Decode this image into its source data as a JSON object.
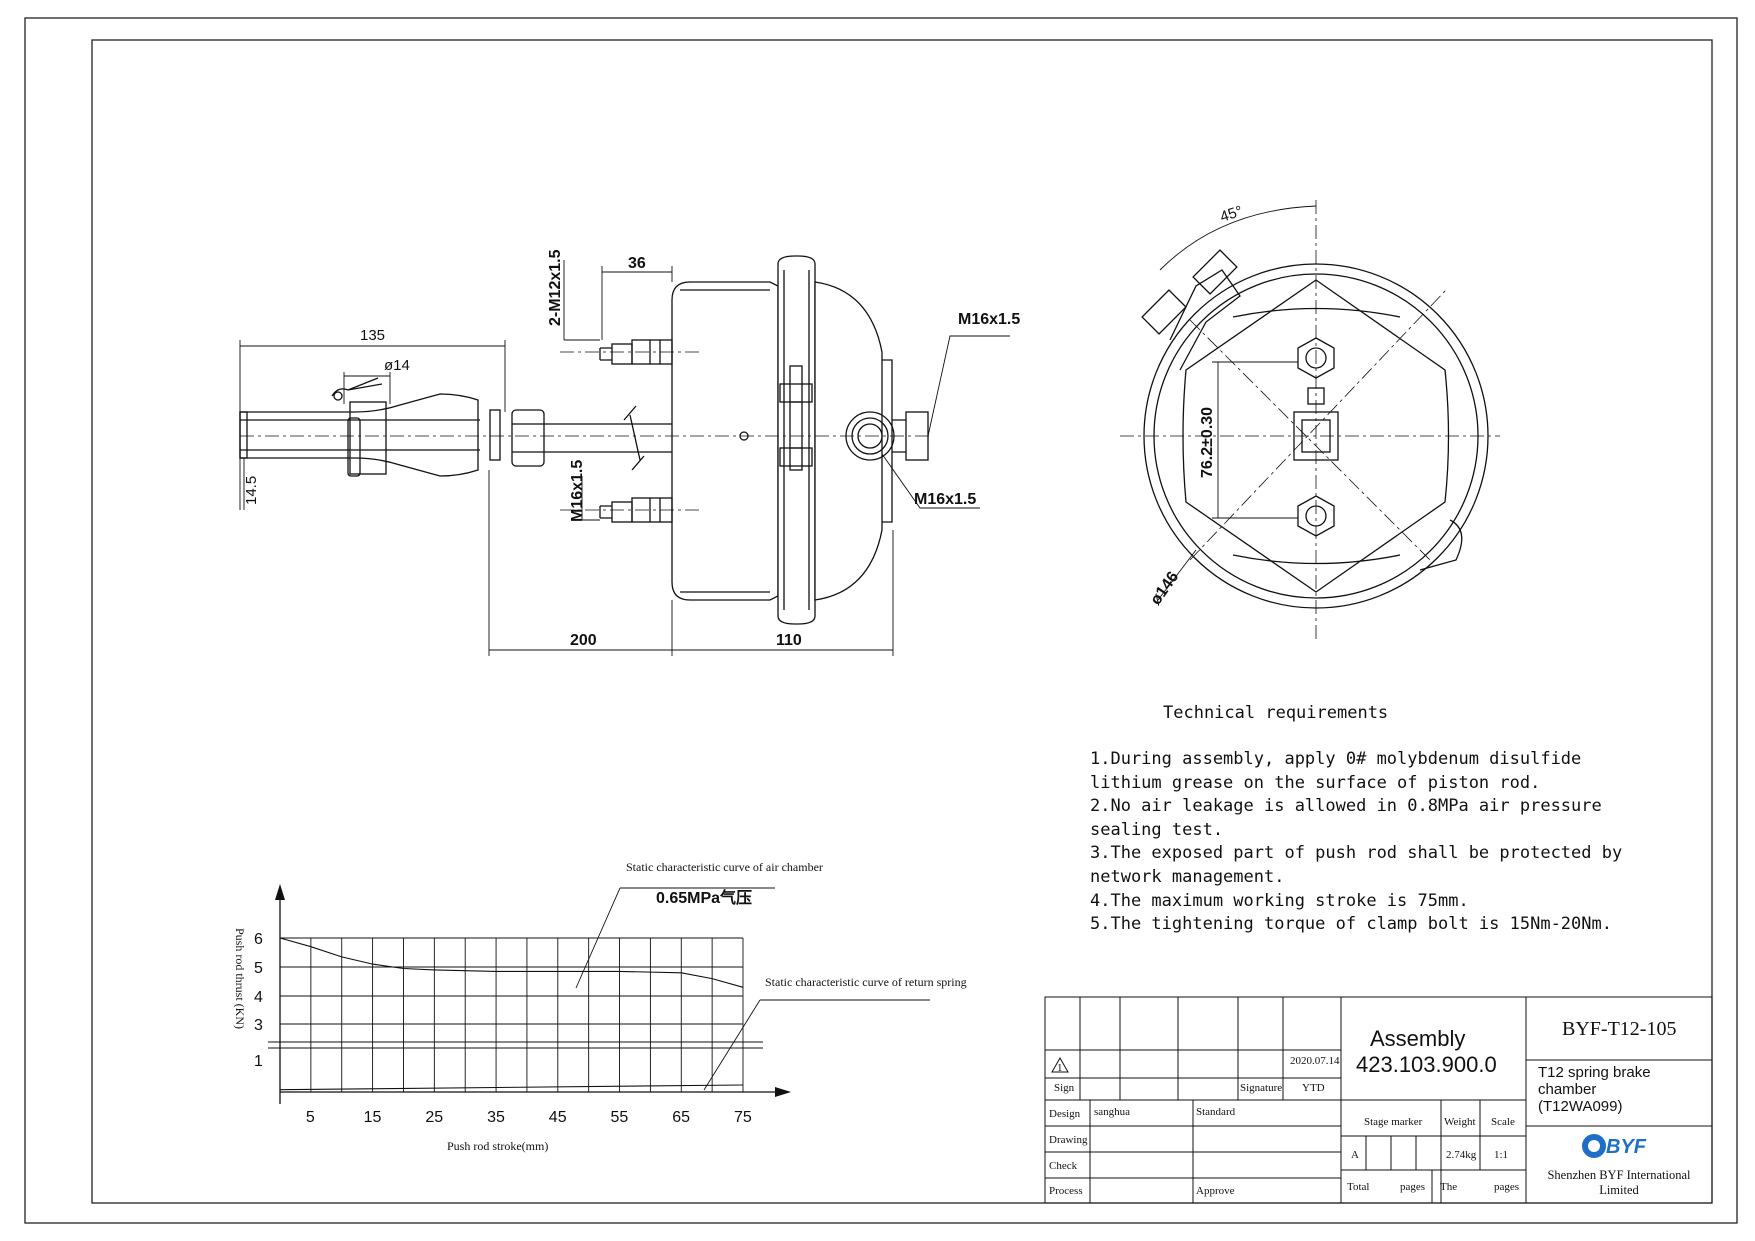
{
  "main_view": {
    "dims": {
      "d135": "135",
      "d14": "ø14",
      "d14_5": "14.5",
      "d36": "36",
      "m12": "2-M12x1.5",
      "m16_top": "M16x1.5",
      "m16_mid": "M16x1.5",
      "m16_left": "M16x1.5",
      "d200": "200",
      "d110": "110"
    }
  },
  "side_view": {
    "dims": {
      "angle": "45°",
      "d76": "76.2±0.30",
      "d146": "ø146"
    }
  },
  "technical_requirements": {
    "title": "Technical requirements",
    "items": [
      "1.During assembly, apply 0# molybdenum disulfide lithium grease on the surface of piston rod.",
      "2.No air leakage is allowed in 0.8MPa air pressure sealing test.",
      "3.The exposed part of push rod shall be protected by network management.",
      "4.The maximum working stroke is 75mm.",
      "5.The tightening torque of clamp bolt is 15Nm-20Nm."
    ]
  },
  "chart_data": {
    "type": "line",
    "title": "",
    "xlabel": "Push rod stroke(mm)",
    "ylabel": "Push rod thrust (KN)",
    "x_ticks": [
      "5",
      "15",
      "25",
      "35",
      "45",
      "55",
      "65",
      "75"
    ],
    "y_ticks": [
      "1",
      "3",
      "4",
      "5",
      "6"
    ],
    "grid": true,
    "annotations": {
      "air_chamber": "Static characteristic curve of air chamber",
      "pressure": "0.65MPa气压",
      "return_spring": "Static characteristic curve of return spring"
    },
    "series": [
      {
        "name": "Static characteristic curve of air chamber",
        "x": [
          0,
          5,
          10,
          15,
          20,
          25,
          35,
          45,
          55,
          65,
          70,
          75
        ],
        "y": [
          6.0,
          5.7,
          5.35,
          5.1,
          4.95,
          4.9,
          4.85,
          4.85,
          4.85,
          4.8,
          4.6,
          4.3
        ]
      },
      {
        "name": "Static characteristic curve of return spring",
        "x": [
          0,
          75
        ],
        "y": [
          0.05,
          0.15
        ]
      }
    ]
  },
  "title_block": {
    "date": "2020.07.14",
    "sign": "Sign",
    "signature": "Signature",
    "ytd": "YTD",
    "design": "Design",
    "designer": "sanghua",
    "standard": "Standard",
    "drawing": "Drawing",
    "check": "Check",
    "process": "Process",
    "approve": "Approve",
    "assembly": "Assembly",
    "part_number": "423.103.900.0",
    "stage_marker": "Stage marker",
    "weight_label": "Weight",
    "scale_label": "Scale",
    "stage_value": "A",
    "weight_value": "2.74kg",
    "scale_value": "1:1",
    "total": "Total",
    "pages1": "pages",
    "the": "The",
    "pages2": "pages",
    "drawing_number": "BYF-T12-105",
    "product_name": "T12 spring brake chamber (T12WA099)",
    "logo_text": "BYF",
    "company": "Shenzhen BYF International Limited",
    "warning_symbol": "1"
  }
}
